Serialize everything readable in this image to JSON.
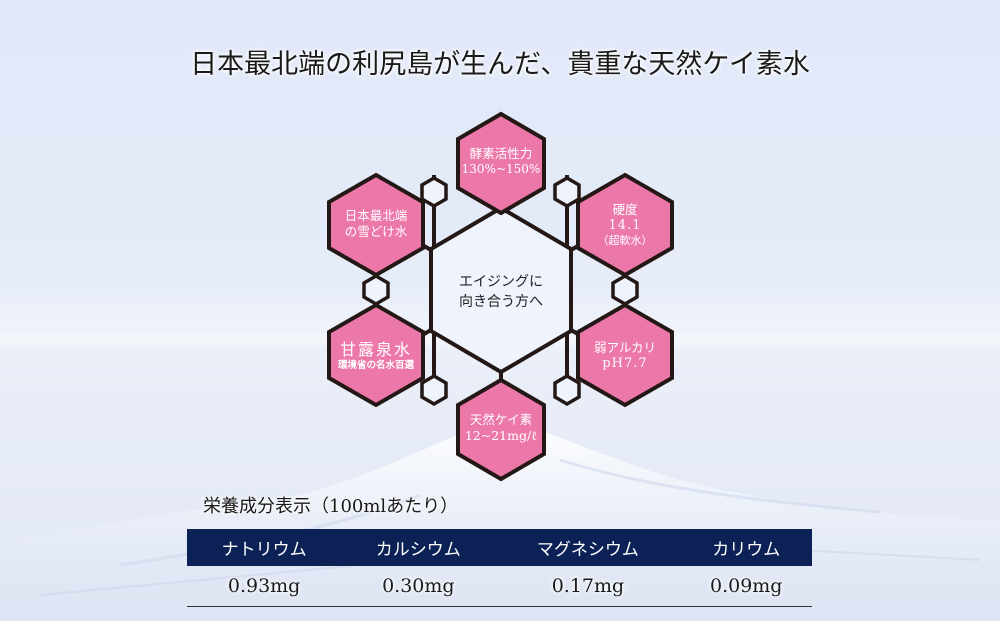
{
  "title": "日本最北端の利尻島が生んだ、貴重な天然ケイ素水",
  "colors": {
    "hex_fill": "#ec78a9",
    "hex_stroke": "#231815",
    "center_fill": "#eef3fc",
    "table_header_bg": "#0c2257",
    "background": "#e1e8f9"
  },
  "diagram": {
    "center": {
      "line1": "エイジングに",
      "line2": "向き合う方へ"
    },
    "hexagons": [
      {
        "position": "top",
        "line1": "酵素活性力",
        "line2": "130%~150%"
      },
      {
        "position": "upper-right",
        "line1": "硬度",
        "line2": "14.1",
        "line3": "（超軟水）"
      },
      {
        "position": "lower-right",
        "line1": "弱アルカリ",
        "line2": "pH7.7"
      },
      {
        "position": "bottom",
        "line1": "天然ケイ素",
        "line2": "12~21mg/ℓ"
      },
      {
        "position": "lower-left",
        "line1": "甘露泉水",
        "line2": "環境省の名水百選"
      },
      {
        "position": "upper-left",
        "line1": "日本最北端",
        "line2": "の雪どけ水"
      }
    ]
  },
  "nutrition": {
    "title": "栄養成分表示",
    "unit_note": "（100mlあたり）",
    "headers": [
      "ナトリウム",
      "カルシウム",
      "マグネシウム",
      "カリウム"
    ],
    "values": [
      "0.93mg",
      "0.30mg",
      "0.17mg",
      "0.09mg"
    ]
  }
}
